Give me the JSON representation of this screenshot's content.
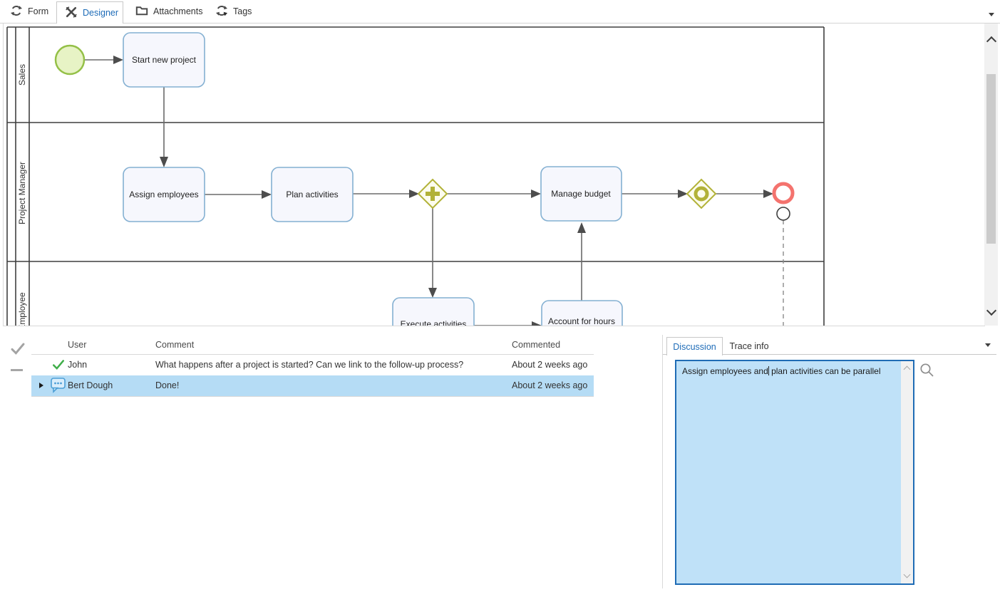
{
  "top_tabs": {
    "items": [
      {
        "label": "Form",
        "icon": "sync-icon",
        "active": false
      },
      {
        "label": "Designer",
        "icon": "design-tools-icon",
        "active": true
      },
      {
        "label": "Attachments",
        "icon": "folder-icon",
        "active": false
      },
      {
        "label": "Tags",
        "icon": "sync-tag-icon",
        "active": false
      }
    ]
  },
  "diagram": {
    "lanes": [
      {
        "label": "Sales"
      },
      {
        "label": "Project Manager"
      },
      {
        "label": "Employee"
      }
    ],
    "tasks": [
      {
        "label": "Start new project"
      },
      {
        "label": "Assign employees"
      },
      {
        "label": "Plan activities"
      },
      {
        "label": "Manage budget"
      },
      {
        "label": "Execute activities"
      },
      {
        "label": "Account for hours"
      }
    ],
    "events": [
      {
        "name": "start-event"
      },
      {
        "name": "end-event"
      },
      {
        "name": "link-anchor-event"
      }
    ],
    "gateways": [
      {
        "name": "parallel-gateway"
      },
      {
        "name": "inclusive-gateway"
      }
    ],
    "colors": {
      "task_fill": "#f6f7fd",
      "task_border": "#84b0d2",
      "start_event_fill": "#e7f3c5",
      "start_event_border": "#94c047",
      "gateway": "#b2b238",
      "gateway_fill": "#fcfcee",
      "end_event": "#f4736e",
      "lane_line": "#3f3f3f",
      "flow_line": "#6b6b6b",
      "arrowhead": "#4d4d4d"
    }
  },
  "comments_table": {
    "columns": [
      "User",
      "Comment",
      "Commented"
    ],
    "rows": [
      {
        "icon": "check-icon",
        "user": "John",
        "comment": "What happens after a project is started? Can we link to the follow-up process?",
        "commented": "About 2 weeks ago",
        "selected": false
      },
      {
        "icon": "discussion-bubble-icon",
        "user": "Bert Dough",
        "comment": "Done!",
        "commented": "About 2 weeks ago",
        "selected": true
      }
    ],
    "gutter_icons": [
      "check-icon",
      "dash-icon"
    ]
  },
  "discussion_panel": {
    "tabs": [
      {
        "label": "Discussion",
        "active": true
      },
      {
        "label": "Trace info",
        "active": false
      }
    ],
    "input_before_caret": "Assign employees and",
    "input_after_caret": " plan activities can be parallel",
    "search_icon": "search-icon",
    "selection_color": "#b5dcf5",
    "input_bg": "#bfe1f8",
    "input_border": "#1f6cb5",
    "accent": "#1e6cb8"
  }
}
